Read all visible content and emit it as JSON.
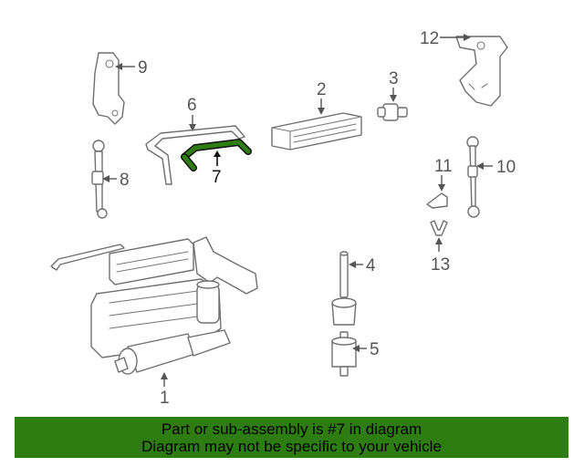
{
  "callouts": {
    "c1": "1",
    "c2": "2",
    "c3": "3",
    "c4": "4",
    "c5": "5",
    "c6": "6",
    "c7": "7",
    "c8": "8",
    "c9": "9",
    "c10": "10",
    "c11": "11",
    "c12": "12",
    "c13": "13"
  },
  "highlight": {
    "part": "7",
    "color": "#2e7d12"
  },
  "banner": {
    "line1": "Part or sub-assembly is #7 in diagram",
    "line2": "Diagram may not be specific to your vehicle",
    "background": "#2e7d12"
  }
}
